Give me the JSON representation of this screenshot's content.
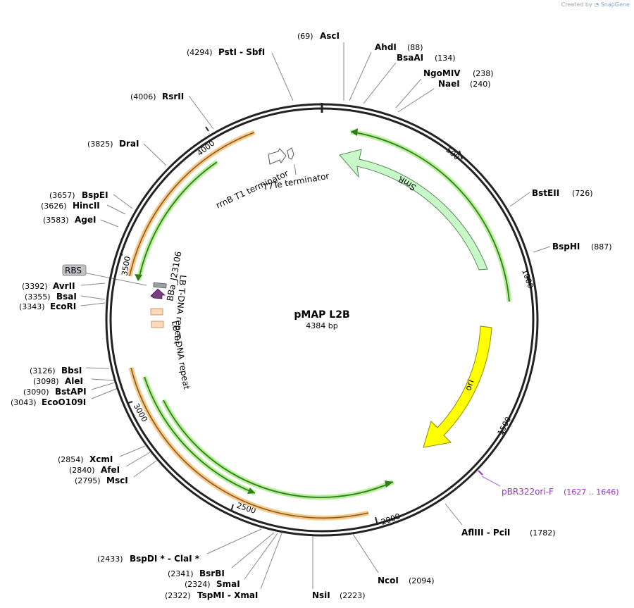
{
  "watermark": {
    "prefix": "Created by",
    "brand": "SnapGene"
  },
  "plasmid": {
    "name": "pMAP L2B",
    "length_label": "4384 bp",
    "length": 4384
  },
  "ticks": [
    "500",
    "1000",
    "1500",
    "2000",
    "2500",
    "3000",
    "3500",
    "4000"
  ],
  "sites": [
    {
      "name": "AscI",
      "pos": "(69)"
    },
    {
      "name": "AhdI",
      "pos": "(88)"
    },
    {
      "name": "BsaAI",
      "pos": "(134)"
    },
    {
      "name": "NgoMIV",
      "pos": "(238)"
    },
    {
      "name": "NaeI",
      "pos": "(240)"
    },
    {
      "name": "BstEII",
      "pos": "(726)"
    },
    {
      "name": "BspHI",
      "pos": "(887)"
    },
    {
      "name": "AflIII  -  PciI",
      "pos": "(1782)"
    },
    {
      "name": "NcoI",
      "pos": "(2094)"
    },
    {
      "name": "NsiI",
      "pos": "(2223)"
    },
    {
      "name": "TspMI  -  XmaI",
      "pos": "(2322)"
    },
    {
      "name": "SmaI",
      "pos": "(2324)"
    },
    {
      "name": "BsrBI",
      "pos": "(2341)"
    },
    {
      "name": "BspDI *  -  ClaI *",
      "pos": "(2433)"
    },
    {
      "name": "MscI",
      "pos": "(2795)"
    },
    {
      "name": "AfeI",
      "pos": "(2840)"
    },
    {
      "name": "XcmI",
      "pos": "(2854)"
    },
    {
      "name": "EcoO109I",
      "pos": "(3043)"
    },
    {
      "name": "BstAPI",
      "pos": "(3090)"
    },
    {
      "name": "AleI",
      "pos": "(3098)"
    },
    {
      "name": "BbsI",
      "pos": "(3126)"
    },
    {
      "name": "EcoRI",
      "pos": "(3343)"
    },
    {
      "name": "BsaI",
      "pos": "(3355)"
    },
    {
      "name": "AvrII",
      "pos": "(3392)"
    },
    {
      "name": "AgeI",
      "pos": "(3583)"
    },
    {
      "name": "HincII",
      "pos": "(3626)"
    },
    {
      "name": "BspEI",
      "pos": "(3657)"
    },
    {
      "name": "DraI",
      "pos": "(3825)"
    },
    {
      "name": "RsrII",
      "pos": "(4006)"
    },
    {
      "name": "PstI  -  SbfI",
      "pos": "(4294)"
    }
  ],
  "features": {
    "smr": "SmR",
    "ori": "ori",
    "rrnb": "rrnB T1 terminator",
    "t7te": "T7Te terminator",
    "bba": "BBa_J23106",
    "lb1": "LB T-DNA repeat",
    "lb2": "LB T-DNA repeat",
    "rbs": "RBS"
  },
  "primer": {
    "name": "pBR322ori-F",
    "range": "(1627 .. 1646)"
  },
  "colors": {
    "backbone": "#222222",
    "smr": "#c8f7c8",
    "ori": "#ffff00",
    "green_track": "#2f7d17",
    "orange_track": "#f5c98b",
    "purple": "#7a3d84",
    "primer": "#9c30c9",
    "lb_box": "#ffd9b8"
  }
}
